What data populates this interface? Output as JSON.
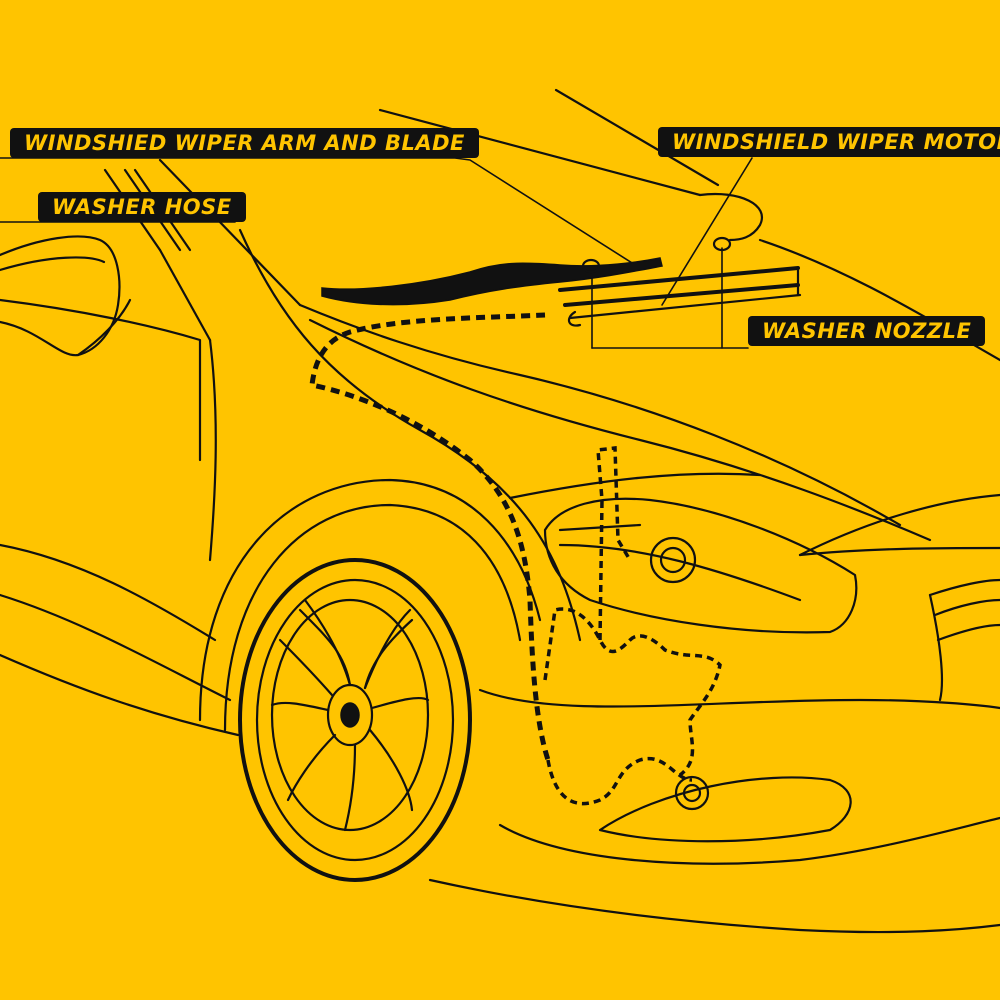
{
  "colors": {
    "background": "#FFC400",
    "ink": "#111111",
    "label_text": "#FFC400"
  },
  "labels": {
    "wiper_arm_blade": "WINDSHIED WIPER ARM AND BLADE",
    "wiper_motor": "WINDSHIELD WIPER MOTOR",
    "washer_hose": "WASHER HOSE",
    "washer_nozzle": "WASHER NOZZLE"
  }
}
